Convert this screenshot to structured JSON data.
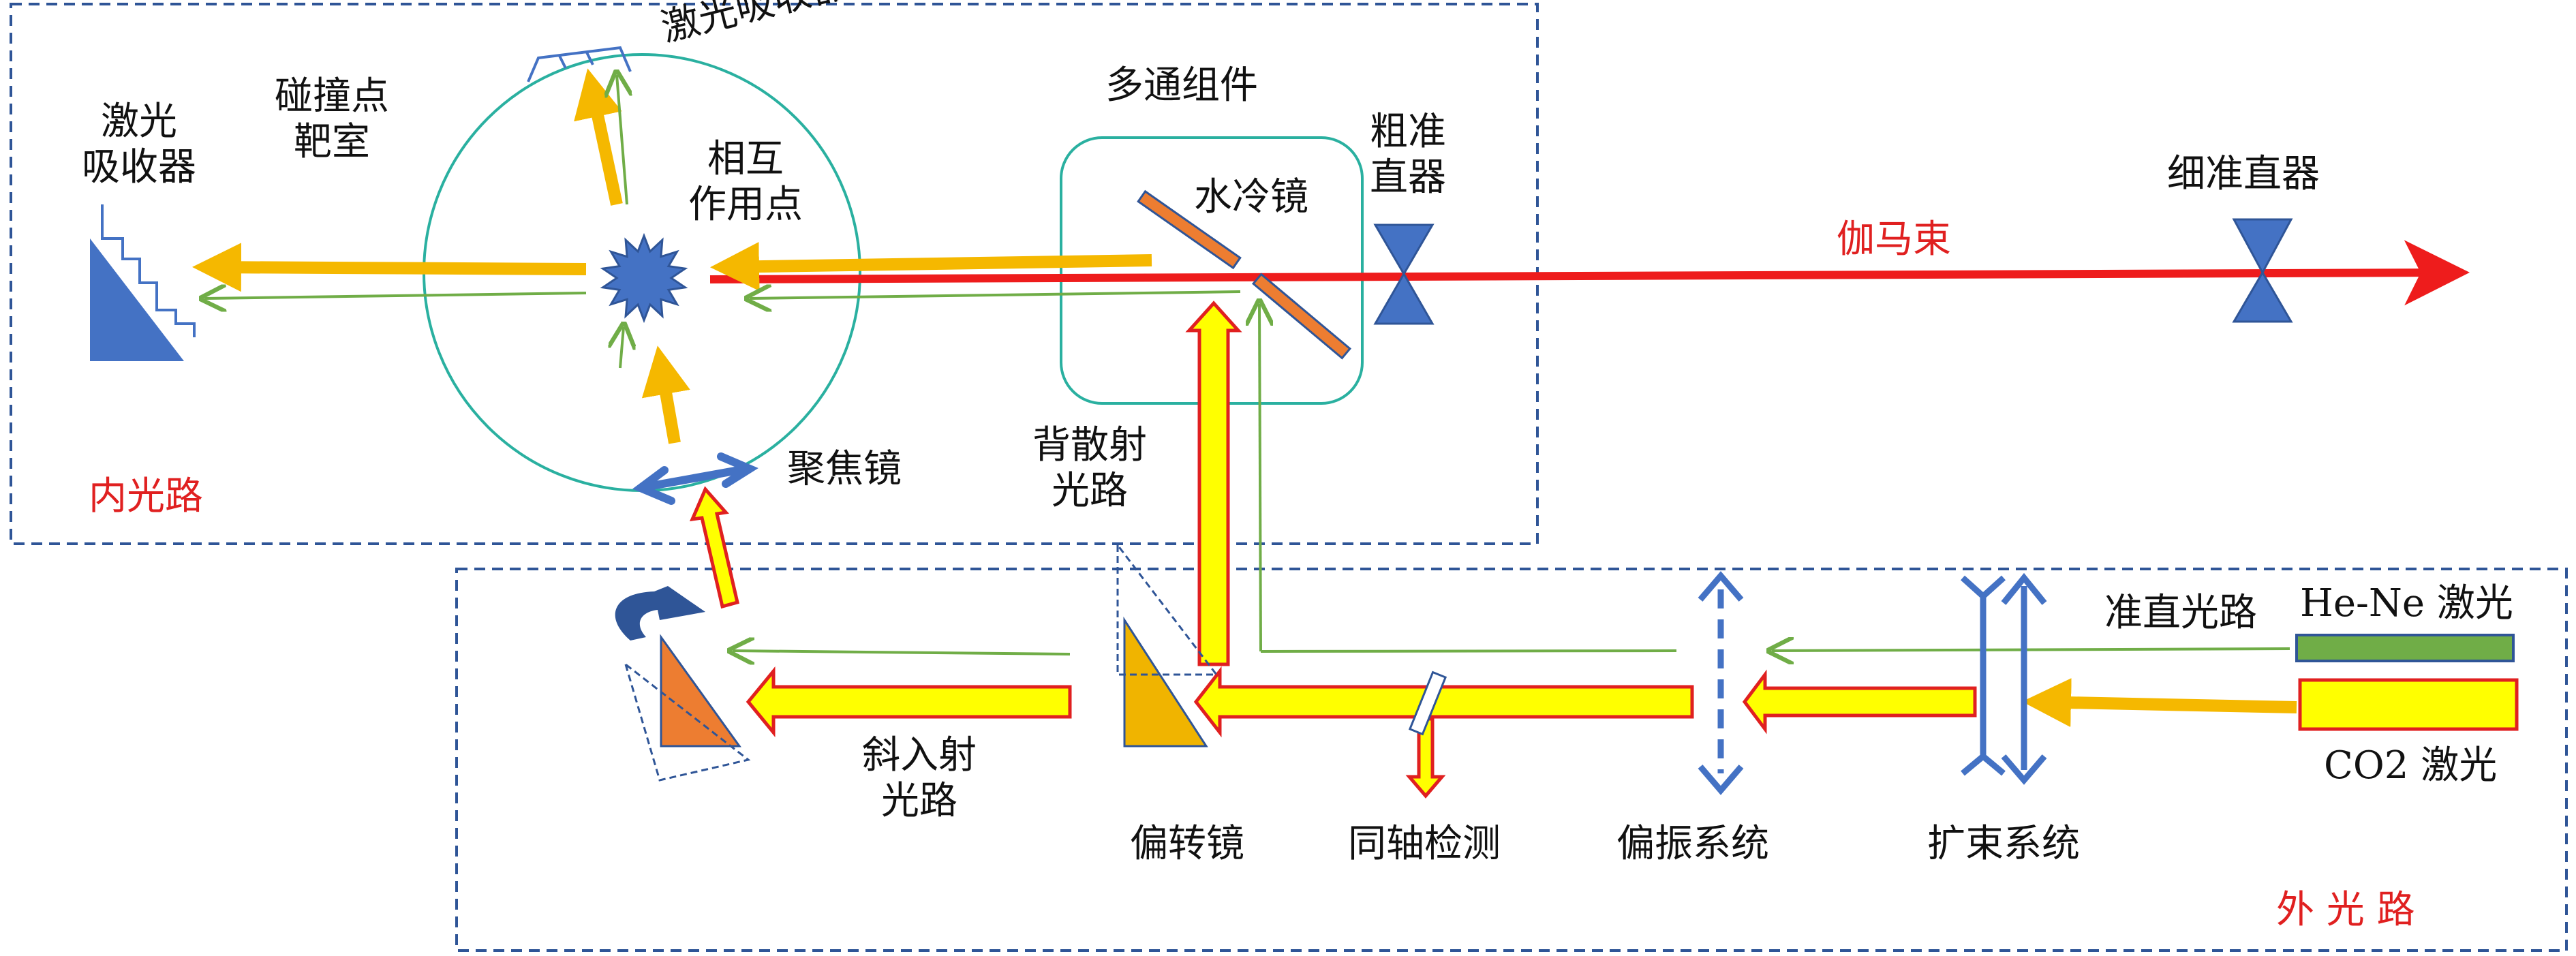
{
  "labels": {
    "laser_absorber_left": "激光\n吸收器",
    "collision_chamber": "碰撞点\n靶室",
    "laser_absorber_top": "激光吸收器",
    "interaction_point": "相互\n作用点",
    "multipass_module": "多通组件",
    "water_cooled_mirror": "水冷镜",
    "coarse_collimator": "粗准\n直器",
    "fine_collimator": "细准直器",
    "gamma_beam": "伽马束",
    "inner_path": "内光路",
    "focusing_mirror": "聚焦镜",
    "backscatter_path": "背散射\n光路",
    "oblique_path": "斜入射\n光路",
    "deflection_mirror": "偏转镜",
    "coaxial_detection": "同轴检测",
    "polarization_system": "偏振系统",
    "beam_expansion_system": "扩束系统",
    "collimation_path": "准直光路",
    "he_ne_laser": "He-Ne 激光",
    "co2_laser": "CO2 激光",
    "outer_path": "外 光 路"
  },
  "colors": {
    "box_border": "#2f5597",
    "circle": "#2ab0a0",
    "gamma": "#ee1c1c",
    "laser_yellow": "#f5b800",
    "arrow_fill": "#ffff00",
    "arrow_edge": "#e02020",
    "green_line": "#70ad47",
    "blue_shape": "#4472c4",
    "mirror_orange": "#ed7d31",
    "he_ne_green": "#70ad47"
  },
  "icons": {
    "interaction": "starburst-icon",
    "absorber": "stair-absorber-icon",
    "collimator": "bowtie-collimator-icon",
    "rotation": "rotation-arrow-icon"
  }
}
